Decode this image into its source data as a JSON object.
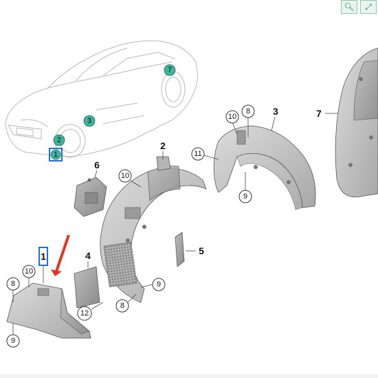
{
  "toolbar": {
    "icons": [
      "magnifier-icon",
      "expand-icon"
    ]
  },
  "overview_callouts": [
    {
      "label": "2",
      "color": "#3fb39b"
    },
    {
      "label": "3",
      "color": "#3fb39b"
    },
    {
      "label": "7",
      "color": "#3fb39b"
    },
    {
      "label": "1",
      "color": "#3fb39b",
      "highlight": "#1e6fd9"
    }
  ],
  "part_callouts": {
    "c6": "6",
    "c10a": "10",
    "c2": "2",
    "c11": "11",
    "c10b": "10",
    "c8a": "8",
    "c3": "3",
    "c9a": "9",
    "c7": "7",
    "c1": "1",
    "c8b": "8",
    "c10c": "10",
    "c4": "4",
    "c5": "5",
    "c9b": "9",
    "c8c": "8",
    "c12": "12",
    "c9c": "9"
  },
  "colors": {
    "part_fill": "#c9c9c9",
    "part_shadow": "#9a9a9a",
    "arrow": "#e5341f",
    "highlight": "#1e6fd9",
    "teal": "#3fb39b"
  }
}
